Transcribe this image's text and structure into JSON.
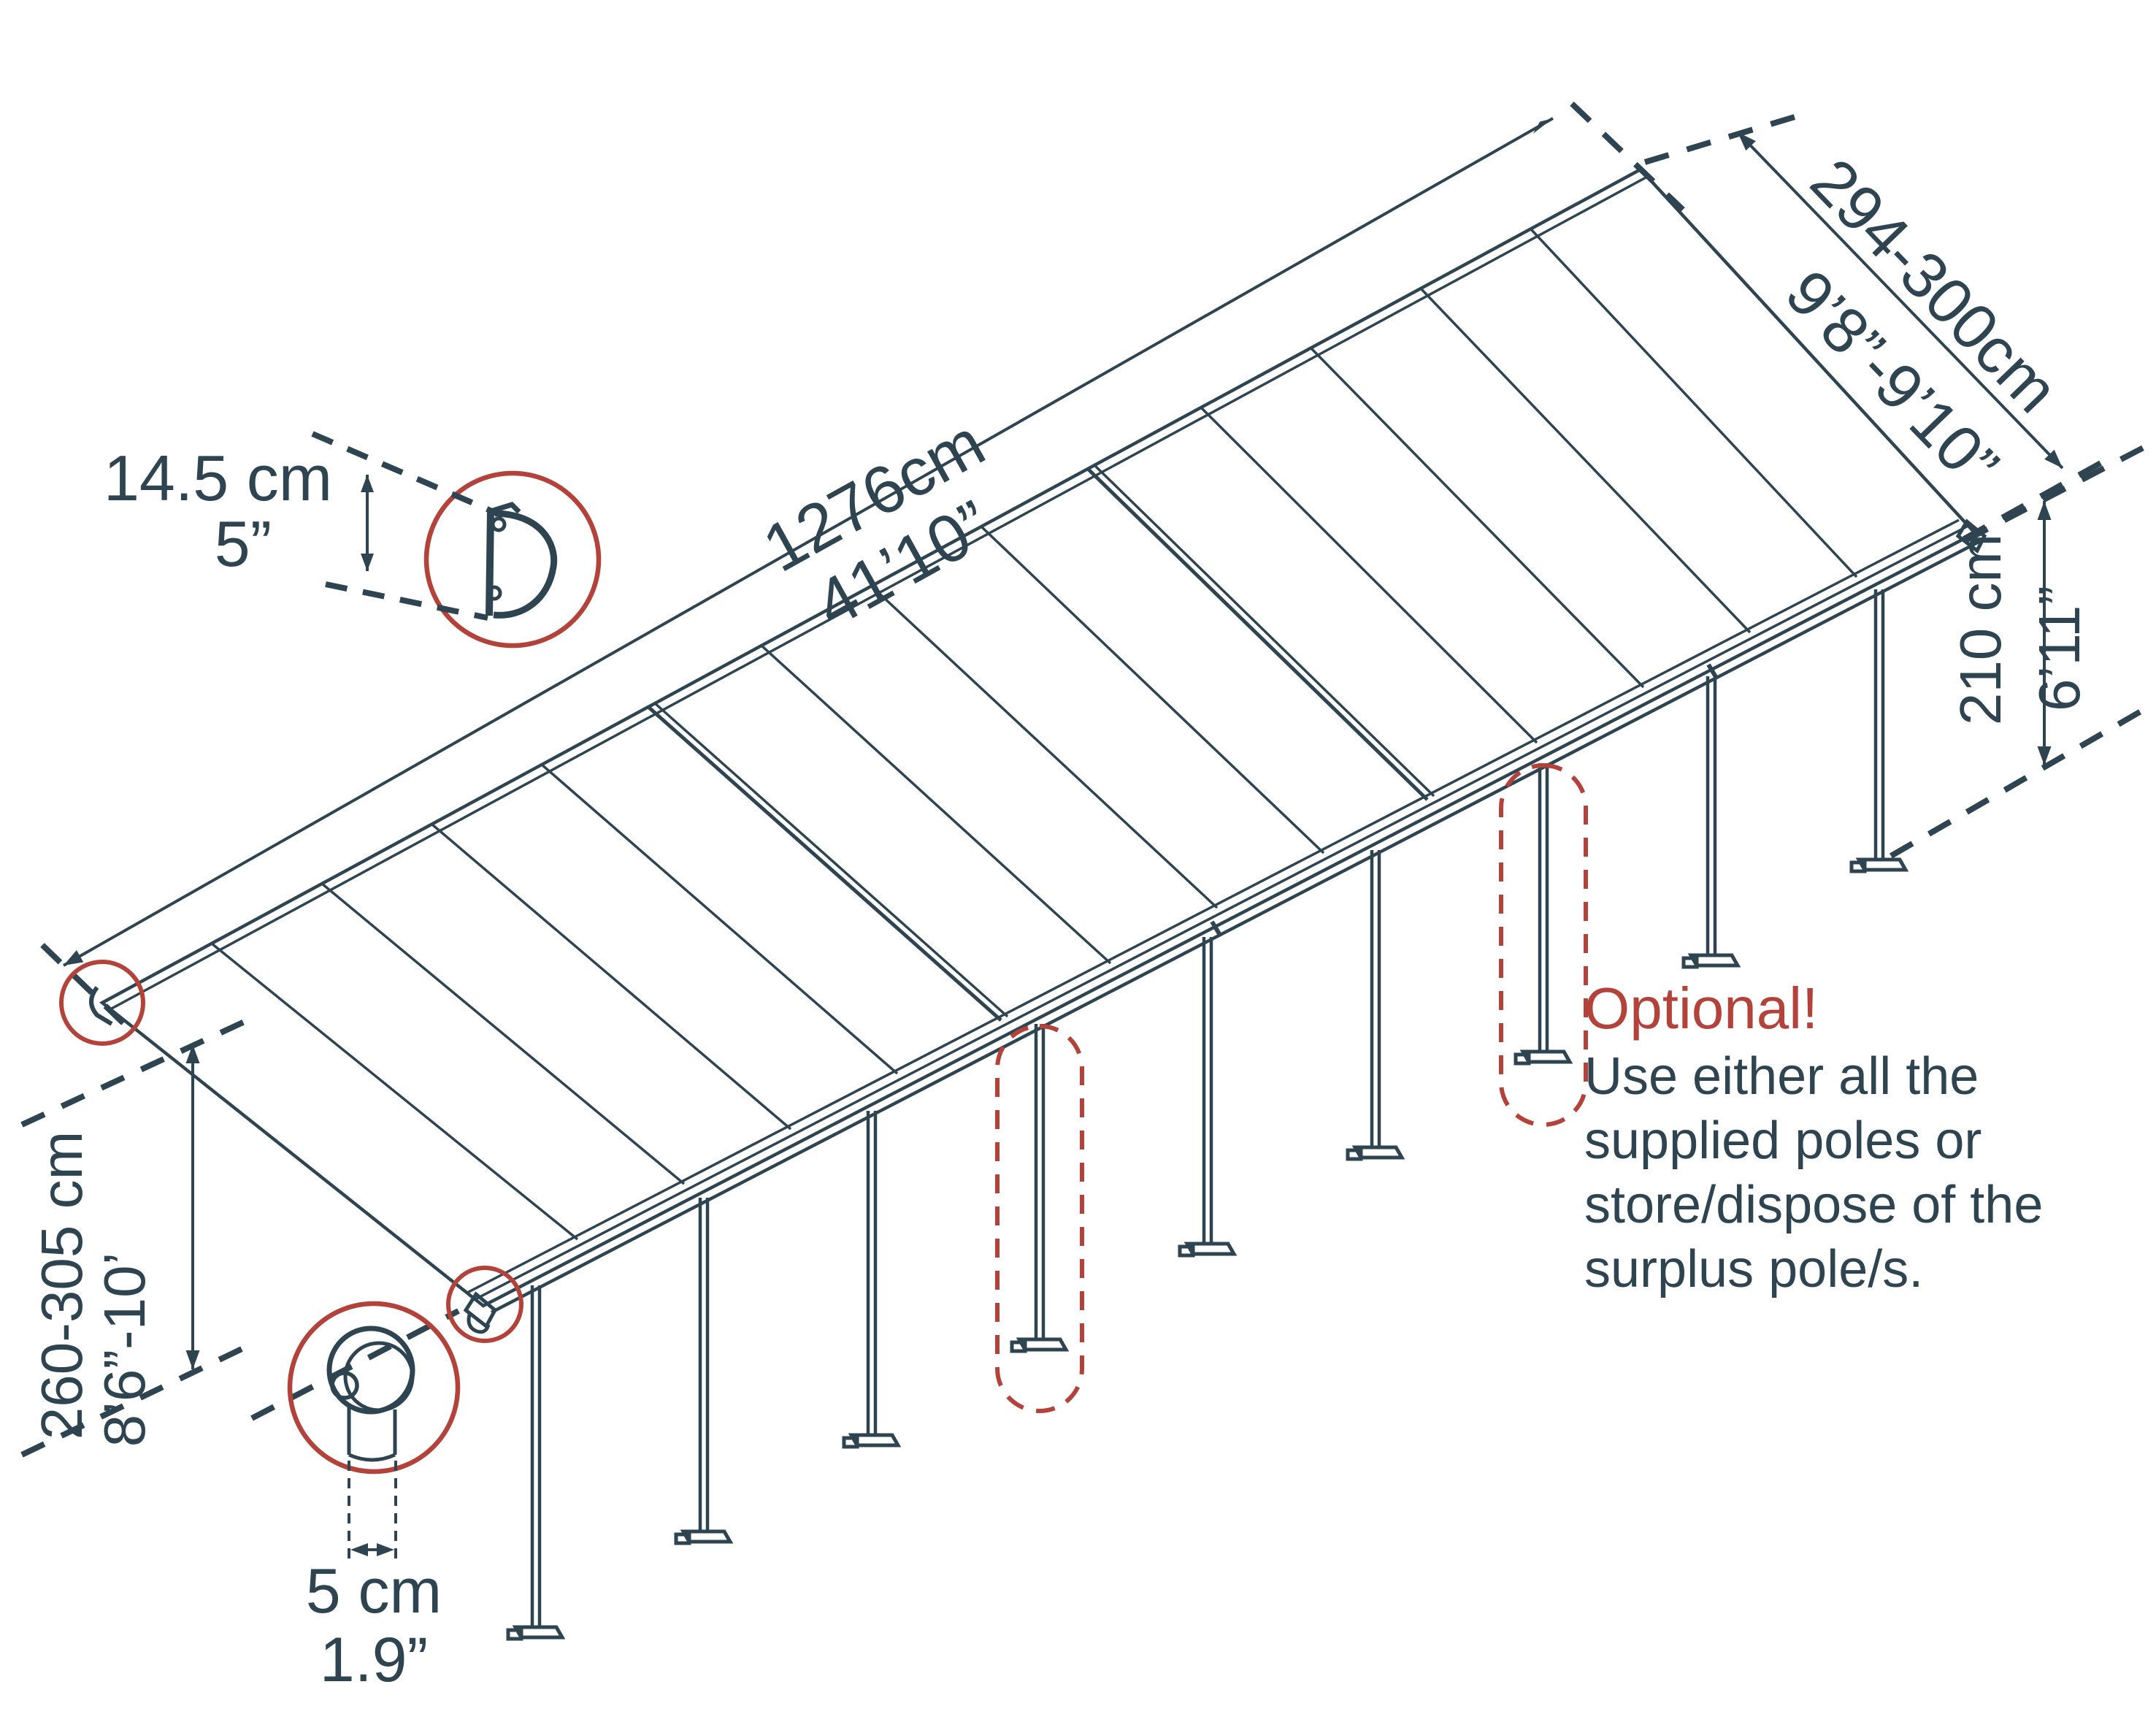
{
  "diagram_title": "patio-cover-dimension-diagram",
  "colors": {
    "ink": "#2e4450",
    "accent_red": "#b2423a",
    "background": "#ffffff"
  },
  "dimensions": {
    "length": {
      "metric": "1276cm",
      "imperial": "41’10”"
    },
    "width": {
      "metric": "294-300cm",
      "imperial": "9’8”-9’10”"
    },
    "pole_height": {
      "metric": "210 cm",
      "imperial": "6’11”"
    },
    "wall_height": {
      "metric": "260-305 cm",
      "imperial": "8’6”-10’"
    },
    "profile_height": {
      "metric": "14.5 cm",
      "imperial": "5”"
    },
    "pole_diameter": {
      "metric": "5 cm",
      "imperial": "1.9”"
    }
  },
  "note": {
    "title": "Optional!",
    "line1": "Use either all the",
    "line2": "supplied poles or",
    "line3": "store/dispose of the",
    "line4": "surplus pole/s."
  }
}
